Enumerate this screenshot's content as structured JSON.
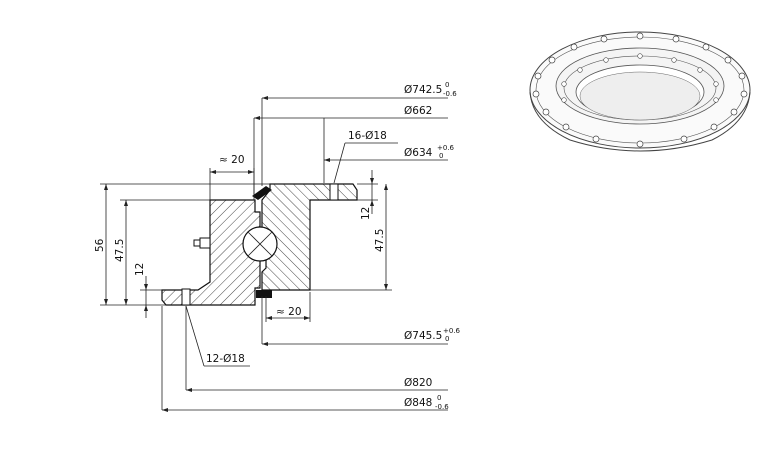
{
  "dimensions": {
    "d_742_5": {
      "label": "Ø742.5",
      "tol_upper": "0",
      "tol_lower": "-0.6"
    },
    "d_662": {
      "label": "Ø662"
    },
    "holes_16": {
      "label": "16-Ø18"
    },
    "d_634": {
      "label": "Ø634",
      "tol_upper": "+0.6",
      "tol_lower": "0"
    },
    "d_745_5": {
      "label": "Ø745.5",
      "tol_upper": "+0.6",
      "tol_lower": "0"
    },
    "holes_12": {
      "label": "12-Ø18"
    },
    "d_820": {
      "label": "Ø820"
    },
    "d_848": {
      "label": "Ø848",
      "tol_upper": "0",
      "tol_lower": "-0.6"
    },
    "gap_top": {
      "label": "≈ 20"
    },
    "gap_bottom": {
      "label": "≈ 20"
    },
    "height_56": {
      "label": "56"
    },
    "height_47_5_left": {
      "label": "47.5"
    },
    "height_12_left": {
      "label": "12"
    },
    "height_12_right": {
      "label": "12"
    },
    "height_47_5_right": {
      "label": "47.5"
    }
  },
  "colors": {
    "line": "#222222",
    "hatch": "#333333",
    "seal": "#111111"
  }
}
